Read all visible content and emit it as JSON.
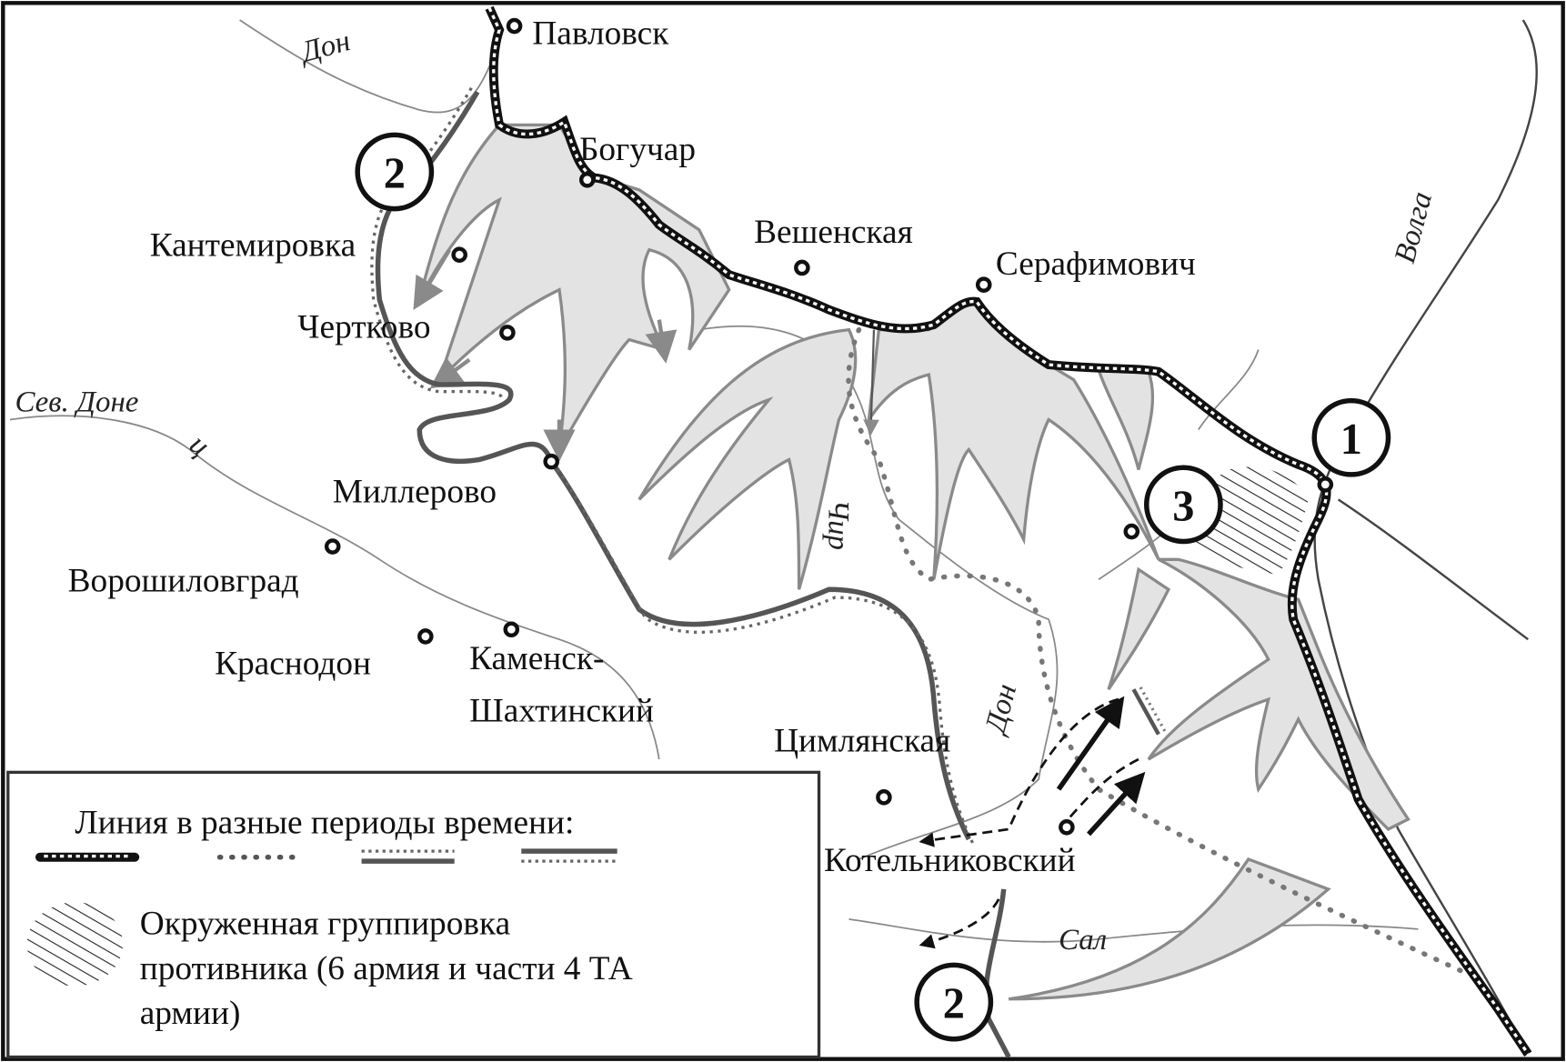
{
  "cities": {
    "pavlovsk": "Павловск",
    "boguchar": "Богучар",
    "kantemirovka": "Кантемировка",
    "veshenskaya": "Вешенская",
    "serafimovich": "Серафимович",
    "chertkovo": "Чертково",
    "millerovo": "Миллерово",
    "voroshilovgrad": "Ворошиловград",
    "krasnodon": "Краснодон",
    "kamensk_1": "Каменск-",
    "kamensk_2": "Шахтинский",
    "tsimlyanskaya": "Цимлянская",
    "kotelnikovsky": "Котельниковский"
  },
  "rivers": {
    "don_north": "Дон",
    "volga": "Волга",
    "sev_donets_1": "Сев. Доне",
    "sev_donets_2": "ц",
    "chir": "Чир",
    "don_south": "Дон",
    "sal": "Сал"
  },
  "markers": {
    "m1": "1",
    "m2_north": "2",
    "m2_south": "2",
    "m3": "3"
  },
  "legend": {
    "title": "Линия в разные периоды времени:",
    "encircled_line1": "Окруженная группировка",
    "encircled_line2": "противника (6 армия и части 4 ТА",
    "encircled_line3": "армии)"
  }
}
